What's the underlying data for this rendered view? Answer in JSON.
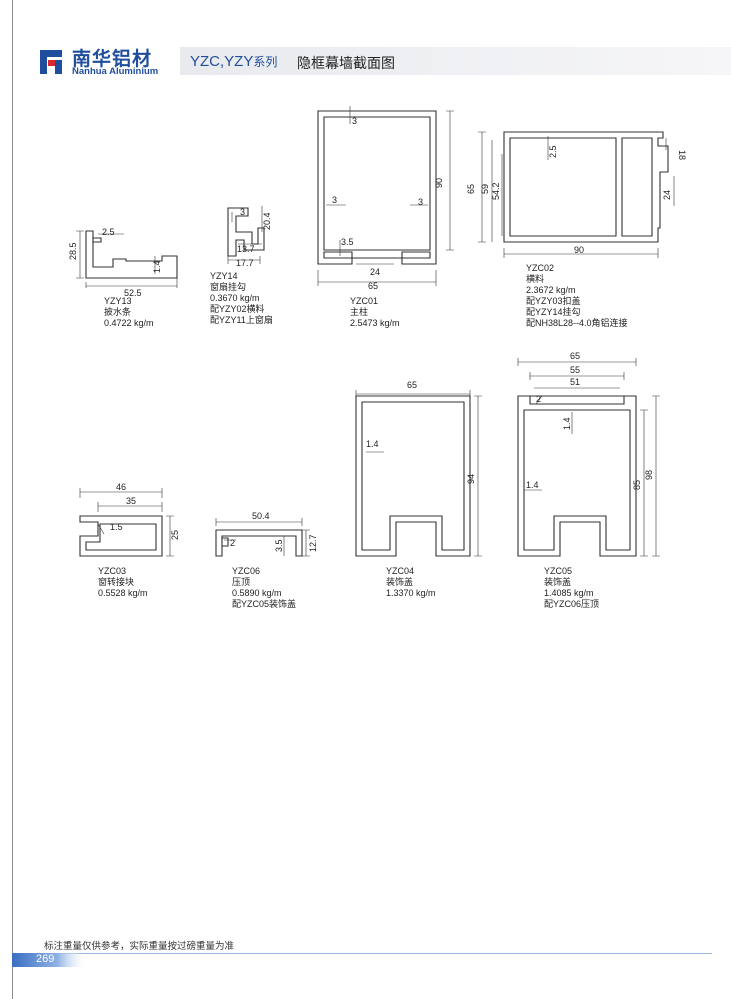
{
  "header": {
    "brand_cn": "南华铝材",
    "brand_en": "Nanhua Aluminium",
    "series_main": "YZC,YZY",
    "series_suffix": "系列",
    "title": "隐框幕墙截面图"
  },
  "colors": {
    "brand": "#1f4e9c",
    "accent_red": "#d9282f",
    "footer_blue": "#3a6fc4"
  },
  "profiles": {
    "yzy13": {
      "code": "YZY13",
      "name": "披水条",
      "weight": "0.4722 kg/m",
      "dims": [
        "2.5",
        "28.5",
        "1.4",
        "52.5"
      ]
    },
    "yzy14": {
      "code": "YZY14",
      "name": "窗扇挂勾",
      "weight": "0.3670 kg/m",
      "note1": "配YZY02横料",
      "note2": "配YZY11上窗扇",
      "dims": [
        "3",
        "20.4",
        "13.7",
        "17.7"
      ]
    },
    "yzc01": {
      "code": "YZC01",
      "name": "主柱",
      "weight": "2.5473 kg/m",
      "dims": [
        "3",
        "90",
        "3",
        "3",
        "3.5",
        "24",
        "65"
      ]
    },
    "yzc02": {
      "code": "YZC02",
      "name": "横料",
      "weight": "2.3672 kg/m",
      "note1": "配YZY03扣盖",
      "note2": "配YZY14挂勾",
      "note3": "配NH38L28--4.0角铝连接",
      "dims": [
        "2.5",
        "18",
        "65",
        "59",
        "54.2",
        "24",
        "90"
      ]
    },
    "yzc03": {
      "code": "YZC03",
      "name": "窗转接块",
      "weight": "0.5528 kg/m",
      "dims": [
        "46",
        "35",
        "1.5",
        "25"
      ]
    },
    "yzc06": {
      "code": "YZC06",
      "name": "压顶",
      "weight": "0.5890 kg/m",
      "note1": "配YZC05装饰盖",
      "dims": [
        "50.4",
        "2",
        "3.5",
        "12.7"
      ]
    },
    "yzc04": {
      "code": "YZC04",
      "name": "装饰盖",
      "weight": "1.3370 kg/m",
      "dims": [
        "65",
        "1.4",
        "94"
      ]
    },
    "yzc05": {
      "code": "YZC05",
      "name": "装饰盖",
      "weight": "1.4085 kg/m",
      "note1": "配YZC06压顶",
      "dims": [
        "65",
        "55",
        "51",
        "2",
        "1.4",
        "1.4",
        "85",
        "98"
      ]
    }
  },
  "footer": {
    "note": "标注重量仅供参考，实际重量按过磅重量为准",
    "page": "269"
  }
}
